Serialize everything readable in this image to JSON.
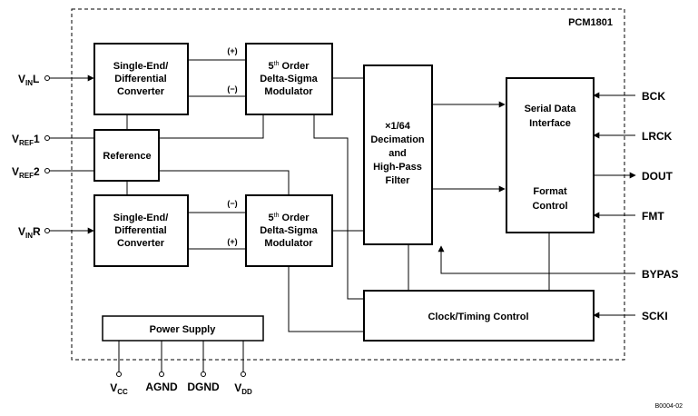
{
  "chip": {
    "name": "PCM1801",
    "doc_id": "B0004-02"
  },
  "blocks": {
    "converter_l": {
      "line1": "Single-End/",
      "line2": "Differential",
      "line3": "Converter"
    },
    "converter_r": {
      "line1": "Single-End/",
      "line2": "Differential",
      "line3": "Converter"
    },
    "modulator_l": {
      "order": "5",
      "order_sup": "th",
      "order_word": " Order",
      "line2": "Delta-Sigma",
      "line3": "Modulator"
    },
    "modulator_r": {
      "order": "5",
      "order_sup": "th",
      "order_word": " Order",
      "line2": "Delta-Sigma",
      "line3": "Modulator"
    },
    "reference": {
      "label": "Reference"
    },
    "decimation": {
      "line1": "×1/64",
      "line2": "Decimation",
      "line3": "and",
      "line4": "High-Pass",
      "line5": "Filter"
    },
    "serial": {
      "line1": "Serial Data",
      "line2": "Interface",
      "line3": "Format",
      "line4": "Control"
    },
    "clock": {
      "label": "Clock/Timing Control"
    },
    "power": {
      "label": "Power Supply"
    }
  },
  "polarity": {
    "top_plus": "(+)",
    "top_minus": "(−)",
    "bot_minus": "(−)",
    "bot_plus": "(+)"
  },
  "inputs": {
    "vinl": {
      "main": "V",
      "sub": "IN",
      "suffix": "L"
    },
    "vinr": {
      "main": "V",
      "sub": "IN",
      "suffix": "R"
    },
    "vref1": {
      "main": "V",
      "sub": "REF",
      "suffix": "1"
    },
    "vref2": {
      "main": "V",
      "sub": "REF",
      "suffix": "2"
    }
  },
  "right_pins": {
    "bck": "BCK",
    "lrck": "LRCK",
    "dout": "DOUT",
    "fmt": "FMT",
    "bypas": "BYPAS",
    "scki": "SCKI"
  },
  "power_pins": {
    "vcc": {
      "main": "V",
      "sub": "CC"
    },
    "agnd": "AGND",
    "dgnd": "DGND",
    "vdd": {
      "main": "V",
      "sub": "DD"
    }
  }
}
